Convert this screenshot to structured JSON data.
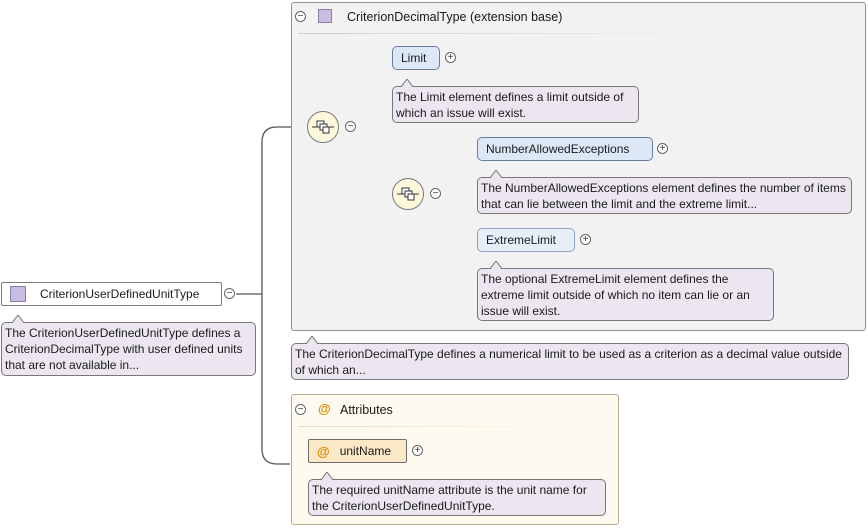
{
  "root": {
    "name": "CriterionUserDefinedUnitType",
    "doc": "The CriterionUserDefinedUnitType defines a CriterionDecimalType with user defined units that are not available in..."
  },
  "extension": {
    "title": "CriterionDecimalType (extension base)",
    "doc": "The CriterionDecimalType defines a numerical limit to be used as a criterion as a decimal value outside of which an..."
  },
  "elements": {
    "limit": {
      "name": "Limit",
      "doc": "The Limit element defines a limit outside of which an issue will exist."
    },
    "allowed": {
      "name": "NumberAllowedExceptions",
      "doc": "The NumberAllowedExceptions element defines the number of items that can lie between the limit and the extreme limit..."
    },
    "extreme": {
      "name": "ExtremeLimit",
      "doc": "The optional ExtremeLimit element defines the extreme limit outside of which no item can lie or an issue will exist."
    }
  },
  "attributes": {
    "title": "Attributes",
    "unitName": {
      "name": "unitName",
      "doc": "The required unitName attribute is the unit name for the CriterionUserDefinedUnitType."
    }
  },
  "symbols": {
    "collapse": "−",
    "expand": "+",
    "attr_marker": "@"
  },
  "icons": {
    "sequence": "sequence-compositor-icon",
    "complex_type": "complex-type-icon",
    "attribute": "attribute-icon"
  },
  "colors": {
    "note_bg": "#ebe6f0",
    "element_bg": "#dde8f7",
    "attribute_bg": "#fbe8c6",
    "compositor_bg": "#fdf8dc",
    "type_square": "#c8bde0"
  }
}
